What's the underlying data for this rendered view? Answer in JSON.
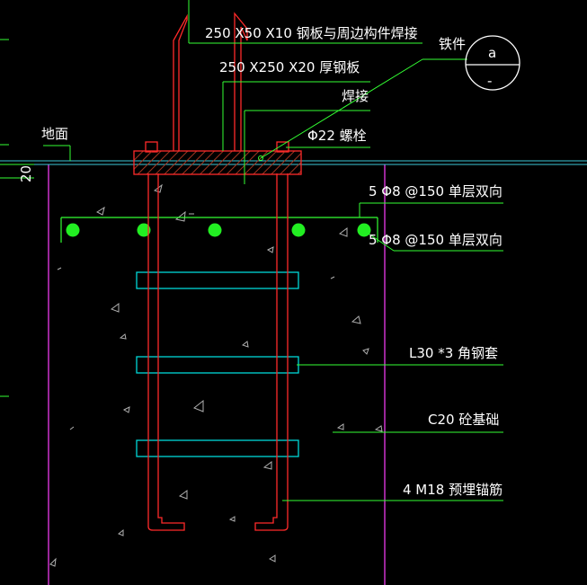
{
  "colors": {
    "background": "#000000",
    "annotation_white": "#ffffff",
    "leader_green": "#33ff33",
    "anchor_red": "#ff2a2a",
    "plate_brown": "#8b2b1a",
    "sleeve_cyan": "#00d8d8",
    "ground_line": "#3cc8d8",
    "pit_magenta": "#cc33cc",
    "rebar_dot": "#22ee22",
    "concrete_hatch": "#b0b0b0"
  },
  "labels": {
    "steel_plate_weld": "250 X50 X10 钢板与周边构件焊接",
    "thick_plate": "250 X250 X20 厚钢板",
    "weld": "焊接",
    "bolt": "Φ22 螺栓",
    "embedded_part": "铁件",
    "section_mark_top": "a",
    "section_mark_bottom": "-",
    "ground": "地面",
    "dimension_20": "20",
    "rebar_top": "5 Φ8 @150 单层双向",
    "rebar_bottom": "5 Φ8 @150 单层双向",
    "angle_sleeve": "L30 *3 角钢套",
    "concrete_base": "C20 砼基础",
    "anchor_bars": "4 M18 预埋锚筋"
  }
}
